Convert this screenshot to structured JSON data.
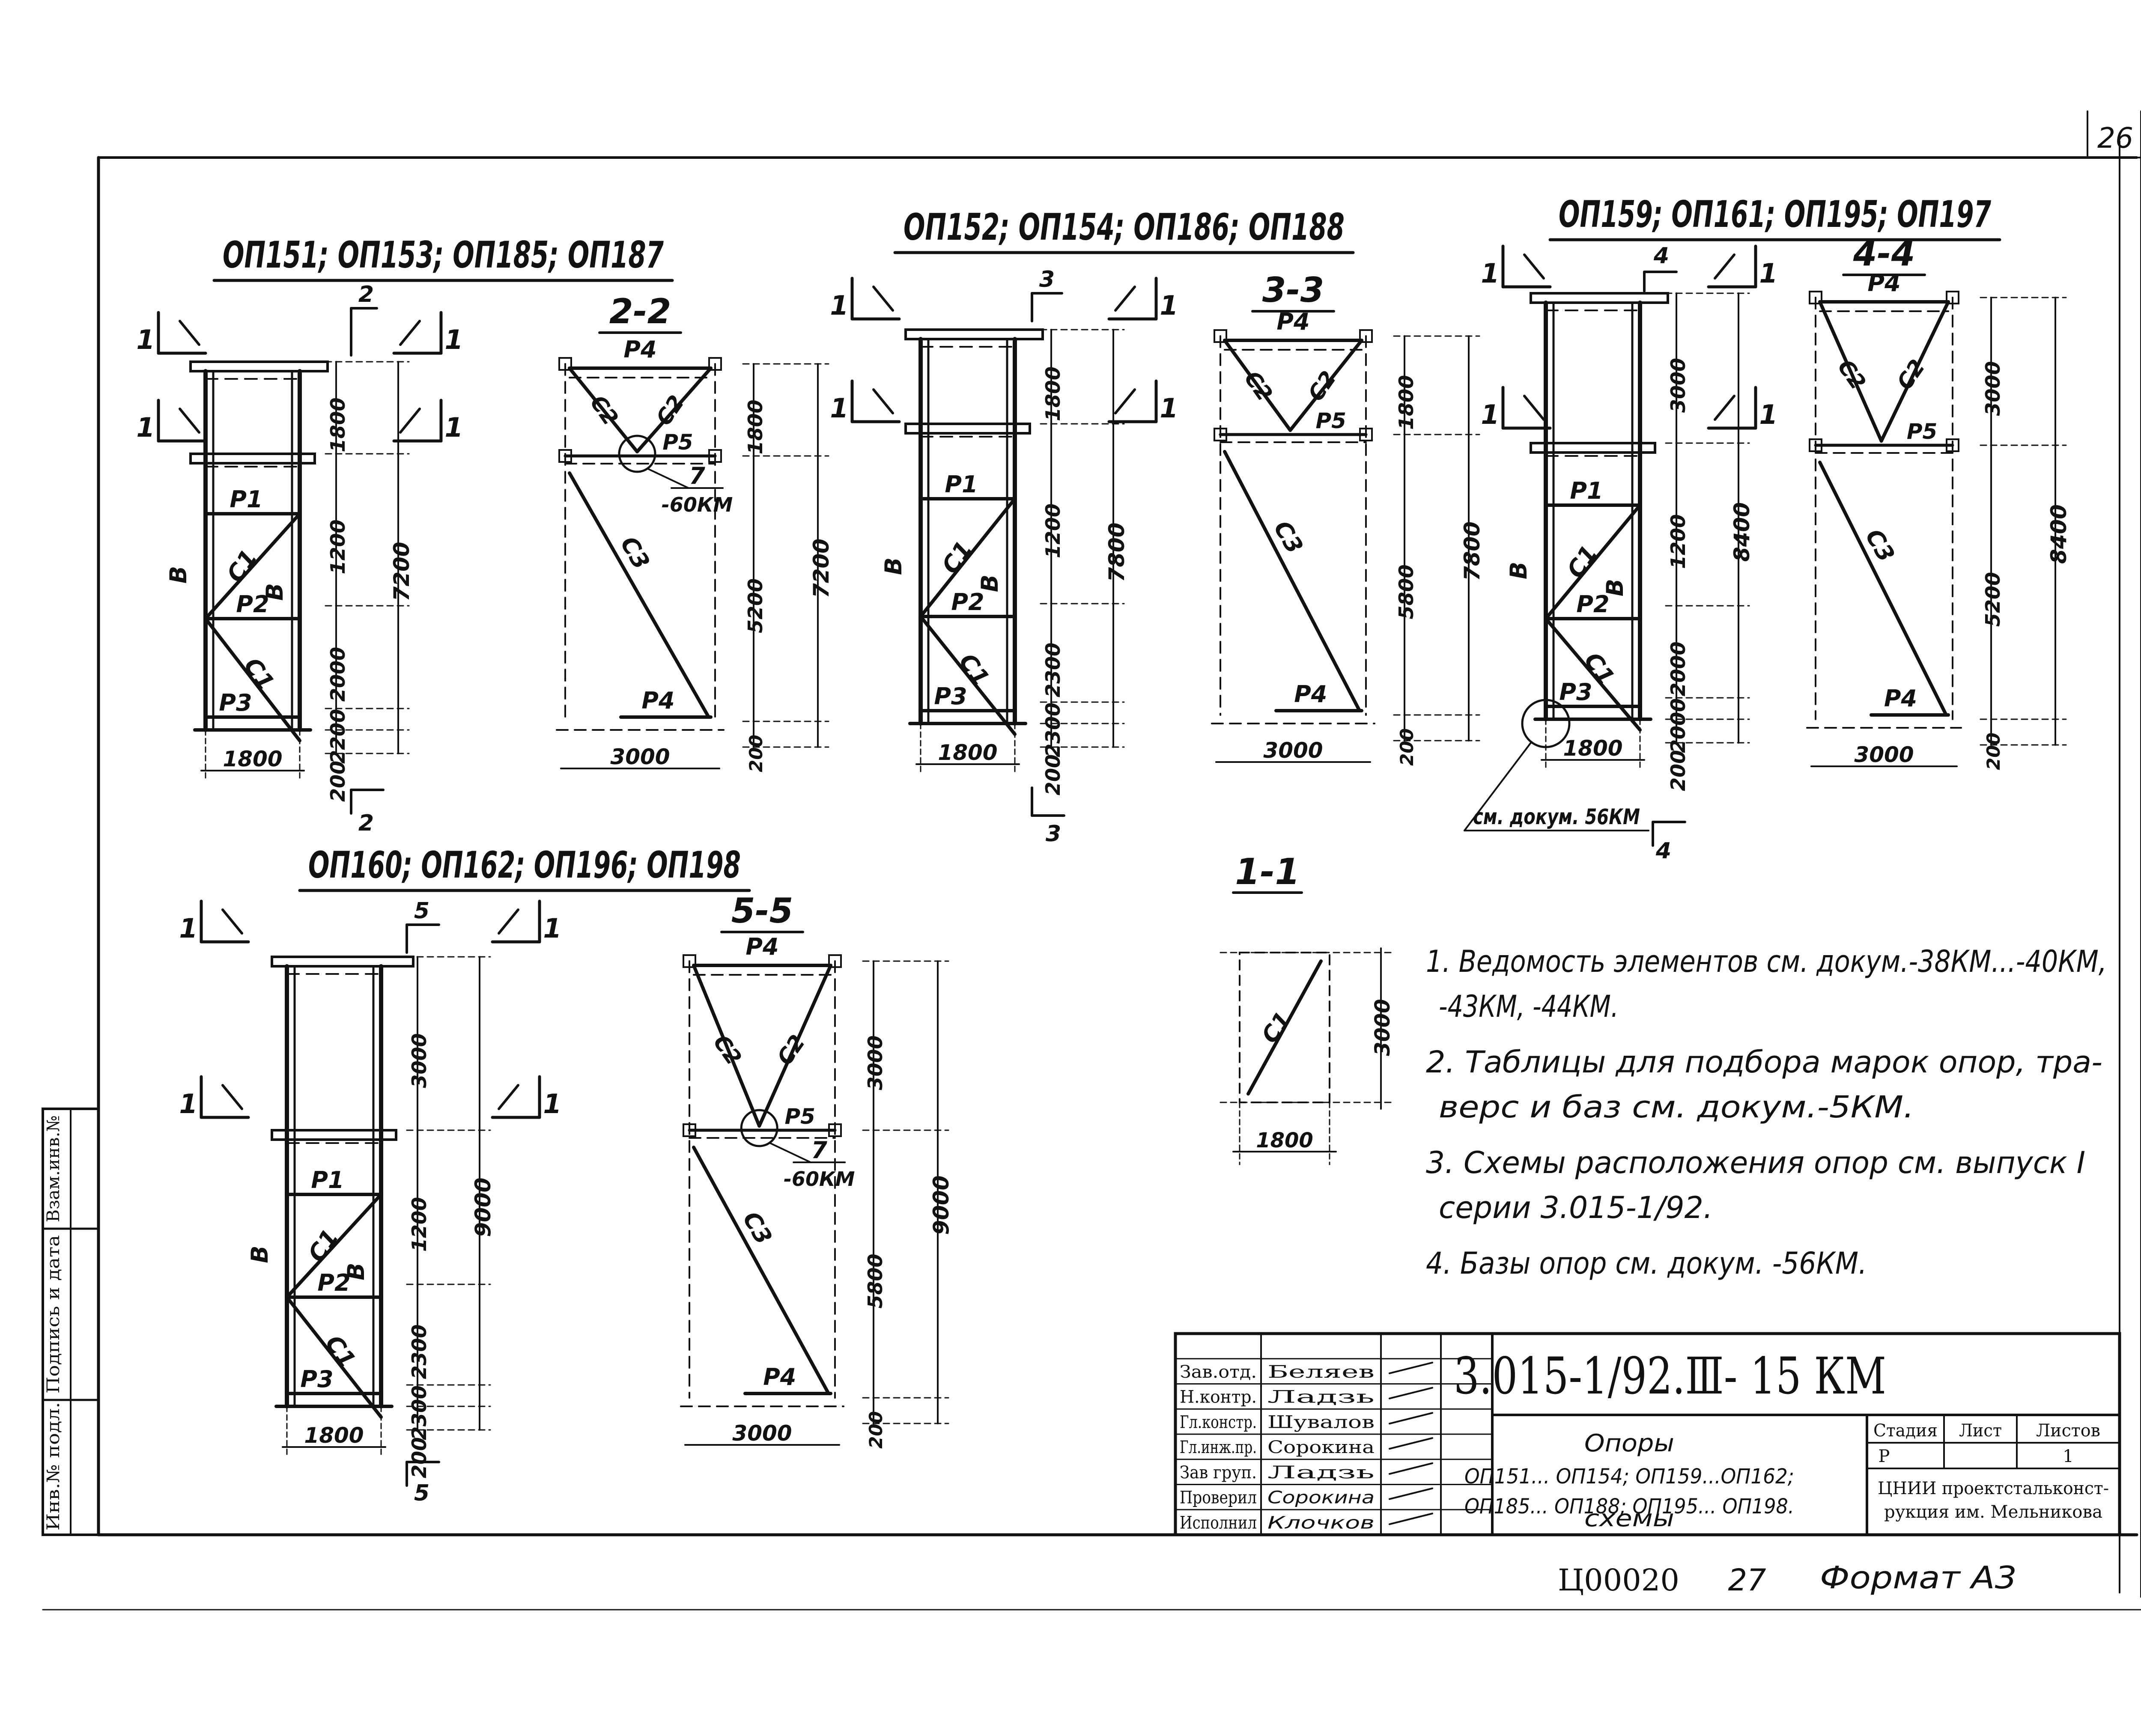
{
  "sheet": {
    "page_number": "26",
    "document_code": "3.015-1/92.Ⅲ- 15 КМ",
    "archive_number": "Ц00020",
    "copy_number": "27",
    "format_label": "Формат  А3",
    "side_stamp": [
      "Инв.№ подл.",
      "Подпись и дата",
      "Взам.инв.№"
    ]
  },
  "groups": [
    {
      "title": "ОП151; ОП153; ОП185; ОП187",
      "section_title": "2-2",
      "marks_1": [
        "1",
        "1",
        "1",
        "1"
      ],
      "cut_mark": "2",
      "dims_left": [
        "1800",
        "1200",
        "2000",
        "2200",
        "200"
      ],
      "total_left": "7200",
      "width_front": "1800",
      "dims_section": [
        "1800",
        "5200",
        "200"
      ],
      "total_section": "7200",
      "width_section": "3000",
      "members": [
        "В",
        "В",
        "Р1",
        "Р2",
        "Р3",
        "С1",
        "С1"
      ],
      "section_members": [
        "Р4",
        "С2",
        "С2",
        "Р5",
        "С3",
        "Р4"
      ],
      "callout": "7",
      "callout_doc": "-60КМ"
    },
    {
      "title": "ОП152; ОП154; ОП186; ОП188",
      "section_title": "3-3",
      "marks_1": [
        "1",
        "1",
        "1",
        "1"
      ],
      "cut_mark": "3",
      "dims_left": [
        "1800",
        "1200",
        "2300",
        "2300",
        "200"
      ],
      "total_left": "7800",
      "width_front": "1800",
      "dims_section": [
        "1800",
        "5800",
        "200"
      ],
      "total_section": "7800",
      "width_section": "3000",
      "members": [
        "В",
        "В",
        "Р1",
        "Р2",
        "Р3",
        "С1",
        "С1"
      ],
      "section_members": [
        "Р4",
        "С2",
        "С2",
        "Р5",
        "С3",
        "Р4"
      ]
    },
    {
      "title": "ОП159; ОП161; ОП195; ОП197",
      "section_title": "4-4",
      "marks_1": [
        "1",
        "1",
        "1",
        "1"
      ],
      "cut_mark": "4",
      "dims_left": [
        "3000",
        "1200",
        "2000",
        "2000",
        "200"
      ],
      "total_left": "8400",
      "width_front": "1800",
      "dims_section": [
        "3000",
        "5200",
        "200"
      ],
      "total_section": "8400",
      "width_section": "3000",
      "members": [
        "В",
        "В",
        "Р1",
        "Р2",
        "Р3",
        "С1",
        "С1"
      ],
      "section_members": [
        "Р4",
        "С2",
        "С2",
        "Р5",
        "С3",
        "Р4"
      ],
      "base_note": "см. докум. 56КМ"
    },
    {
      "title": "ОП160; ОП162; ОП196; ОП198",
      "section_title": "5-5",
      "marks_1": [
        "1",
        "1",
        "1",
        "1"
      ],
      "cut_mark": "5",
      "dims_left": [
        "3000",
        "1200",
        "2300",
        "2300",
        "200"
      ],
      "total_left": "9000",
      "width_front": "1800",
      "dims_section": [
        "3000",
        "5800",
        "200"
      ],
      "total_section": "9000",
      "width_section": "3000",
      "members": [
        "В",
        "В",
        "Р1",
        "Р2",
        "Р3",
        "С1",
        "С1"
      ],
      "section_members": [
        "Р4",
        "С2",
        "С2",
        "Р5",
        "С3",
        "Р4"
      ],
      "callout": "7",
      "callout_doc": "-60КМ"
    }
  ],
  "section_1_1": {
    "title": "1-1",
    "member": "С1",
    "height": "3000",
    "width": "1800"
  },
  "notes": [
    "1. Ведомость элементов см. докум.-38КМ...-40КМ,",
    "-43КМ, -44КМ.",
    "2. Таблицы для подбора марок опор, тра-",
    "верс и баз см. докум.-5КМ.",
    "3. Схемы расположения опор см. выпуск I",
    "серии 3.015-1/92.",
    "4. Базы опор см. докум. -56КМ."
  ],
  "title_block": {
    "roles": [
      "Зав.отд.",
      "Н.контр.",
      "Гл.констр.",
      "Гл.инж.пр.",
      "Зав груп.",
      "Проверил",
      "Исполнил"
    ],
    "names": [
      "Беляев",
      "Ладзь",
      "Шувалов",
      "Сорокина",
      "Ладзь",
      "Сорокина",
      "Клочков"
    ],
    "object_name": "Опоры",
    "object_line1": "ОП151... ОП154; ОП159...ОП162;",
    "object_line2": "ОП185... ОП188; ОП195... ОП198.",
    "sheet_name": "схемы",
    "stage_header": "Стадия",
    "sheet_header": "Лист",
    "sheets_header": "Листов",
    "stage_value": "Р",
    "sheets_value": "1",
    "org_line1": "ЦНИИ проектстальконст-",
    "org_line2": "рукция им. Мельникова"
  }
}
